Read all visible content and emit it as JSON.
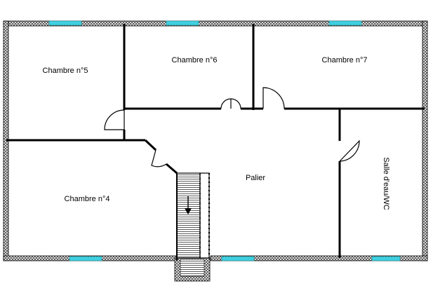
{
  "floorplan": {
    "rooms": [
      {
        "id": "chambre5",
        "label": "Chambre n°5"
      },
      {
        "id": "chambre6",
        "label": "Chambre n°6"
      },
      {
        "id": "chambre7",
        "label": "Chambre n°7"
      },
      {
        "id": "chambre4",
        "label": "Chambre n°4"
      },
      {
        "id": "palier",
        "label": "Palier"
      },
      {
        "id": "salle_eau",
        "label": "Salle d'eau/WC"
      }
    ],
    "colors": {
      "wall": "#000000",
      "window": "#3fd0df",
      "hatch": "#555555",
      "background": "#ffffff"
    }
  }
}
